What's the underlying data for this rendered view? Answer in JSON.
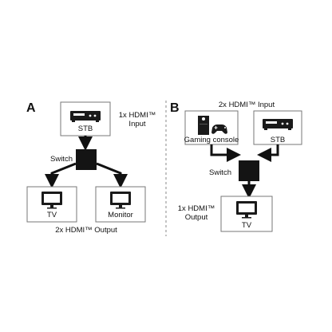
{
  "panel_a": {
    "letter": "A",
    "input_label_line1": "1x HDMI™",
    "input_label_line2": "Input",
    "source_device": "STB",
    "switch_label": "Switch",
    "output_devices": [
      "TV",
      "Monitor"
    ],
    "output_label": "2x HDMI™ Output"
  },
  "panel_b": {
    "letter": "B",
    "input_label": "2x HDMI™ Input",
    "source_devices": [
      "Gaming console",
      "STB"
    ],
    "switch_label": "Switch",
    "output_label_line1": "1x HDMI™",
    "output_label_line2": "Output",
    "output_device": "TV"
  },
  "colors": {
    "line": "#111111",
    "box_border": "#777777",
    "box_fill": "#ffffff",
    "switch_fill": "#141414",
    "divider": "#888888"
  }
}
